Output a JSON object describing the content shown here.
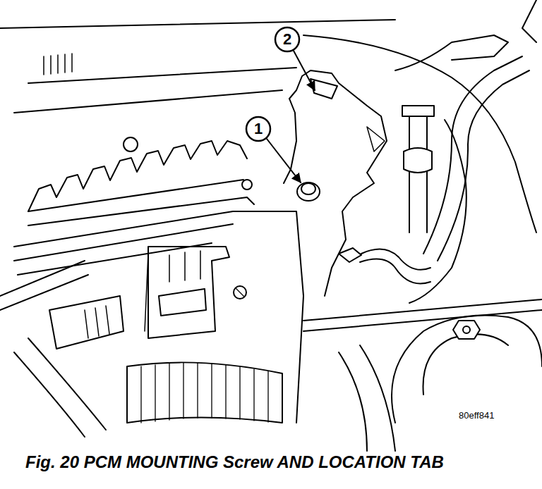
{
  "diagram": {
    "caption": "Fig. 20 PCM MOUNTING Screw AND LOCATION TAB",
    "nodes": [
      {
        "text": [
          "2"
        ]
      },
      {
        "text": [
          "1"
        ]
      }
    ],
    "labels": [
      "80eff841"
    ]
  }
}
